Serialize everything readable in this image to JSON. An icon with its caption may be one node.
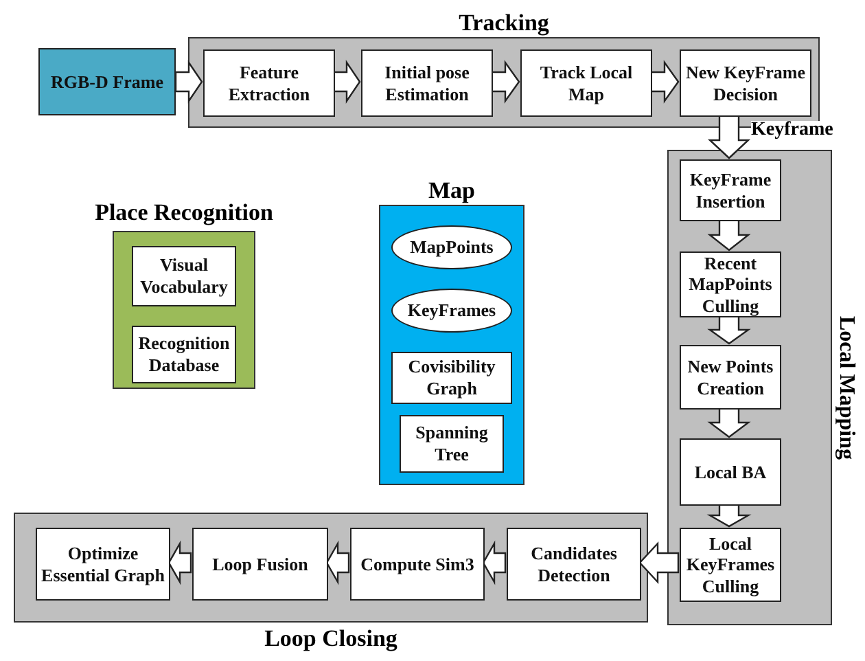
{
  "diagram": {
    "nodes": [
      {
        "text": [
          "RGB-D Frame"
        ]
      },
      {
        "text": [
          "Tracking"
        ]
      },
      {
        "text": [
          "Feature Extraction"
        ],
        "in": 1
      },
      {
        "text": [
          "Initial pose Estimation"
        ],
        "in": 1
      },
      {
        "text": [
          "Track Local Map"
        ],
        "in": 1
      },
      {
        "text": [
          "New KeyFrame Decision"
        ],
        "in": 1
      },
      {
        "text": [
          "Local Mapping"
        ]
      },
      {
        "text": [
          "KeyFrame Insertion"
        ],
        "in": 6
      },
      {
        "text": [
          "Recent MapPoints Culling"
        ],
        "in": 6
      },
      {
        "text": [
          "New Points Creation"
        ],
        "in": 6
      },
      {
        "text": [
          "Local BA"
        ],
        "in": 6
      },
      {
        "text": [
          "Local KeyFrames Culling"
        ],
        "in": 6
      },
      {
        "text": [
          "Loop Closing"
        ]
      },
      {
        "text": [
          "Optimize Essential Graph"
        ],
        "in": 12
      },
      {
        "text": [
          "Loop Fusion"
        ],
        "in": 12
      },
      {
        "text": [
          "Compute Sim3"
        ],
        "in": 12
      },
      {
        "text": [
          "Candidates Detection"
        ],
        "in": 12
      },
      {
        "text": [
          "Place Recognition"
        ]
      },
      {
        "text": [
          "Visual Vocabulary"
        ],
        "in": 17
      },
      {
        "text": [
          "Recognition Database"
        ],
        "in": 17
      },
      {
        "text": [
          "Map"
        ]
      },
      {
        "text": [
          "MapPoints"
        ],
        "in": 20
      },
      {
        "text": [
          "KeyFrames"
        ],
        "in": 20
      },
      {
        "text": [
          "Covisibility Graph"
        ],
        "in": 20
      },
      {
        "text": [
          "Spanning Tree"
        ],
        "in": 20
      }
    ],
    "edges": [
      {
        "from": 0,
        "to": 2,
        "arrow": "to"
      },
      {
        "from": 2,
        "to": 3,
        "arrow": "to"
      },
      {
        "from": 3,
        "to": 4,
        "arrow": "to"
      },
      {
        "from": 4,
        "to": 5,
        "arrow": "to"
      },
      {
        "from": 5,
        "to": 7,
        "arrow": "to",
        "label": "Keyframe"
      },
      {
        "from": 7,
        "to": 8,
        "arrow": "to"
      },
      {
        "from": 8,
        "to": 9,
        "arrow": "to"
      },
      {
        "from": 9,
        "to": 10,
        "arrow": "to"
      },
      {
        "from": 10,
        "to": 11,
        "arrow": "to"
      },
      {
        "from": 11,
        "to": 16,
        "arrow": "to"
      },
      {
        "from": 16,
        "to": 15,
        "arrow": "to"
      },
      {
        "from": 15,
        "to": 14,
        "arrow": "to"
      },
      {
        "from": 14,
        "to": 13,
        "arrow": "to"
      }
    ]
  }
}
